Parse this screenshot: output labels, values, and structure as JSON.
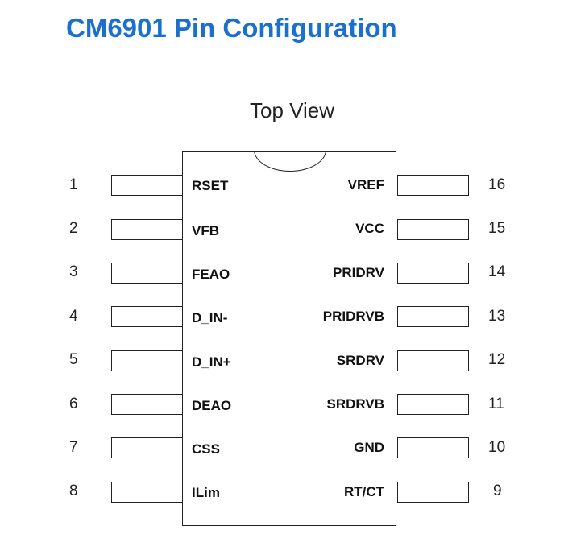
{
  "title": "CM6901 Pin Configuration",
  "subtitle": "Top View",
  "left_pins": [
    {
      "number": "1",
      "label": "RSET"
    },
    {
      "number": "2",
      "label": "VFB"
    },
    {
      "number": "3",
      "label": "FEAO"
    },
    {
      "number": "4",
      "label": "D_IN-"
    },
    {
      "number": "5",
      "label": "D_IN+"
    },
    {
      "number": "6",
      "label": "DEAO"
    },
    {
      "number": "7",
      "label": "CSS"
    },
    {
      "number": "8",
      "label": "ILim"
    }
  ],
  "right_pins": [
    {
      "number": "16",
      "label": "VREF"
    },
    {
      "number": "15",
      "label": "VCC"
    },
    {
      "number": "14",
      "label": "PRIDRV"
    },
    {
      "number": "13",
      "label": "PRIDRVB"
    },
    {
      "number": "12",
      "label": "SRDRV"
    },
    {
      "number": "11",
      "label": "SRDRVB"
    },
    {
      "number": "10",
      "label": "GND"
    },
    {
      "number": "9",
      "label": "RT/CT"
    }
  ]
}
